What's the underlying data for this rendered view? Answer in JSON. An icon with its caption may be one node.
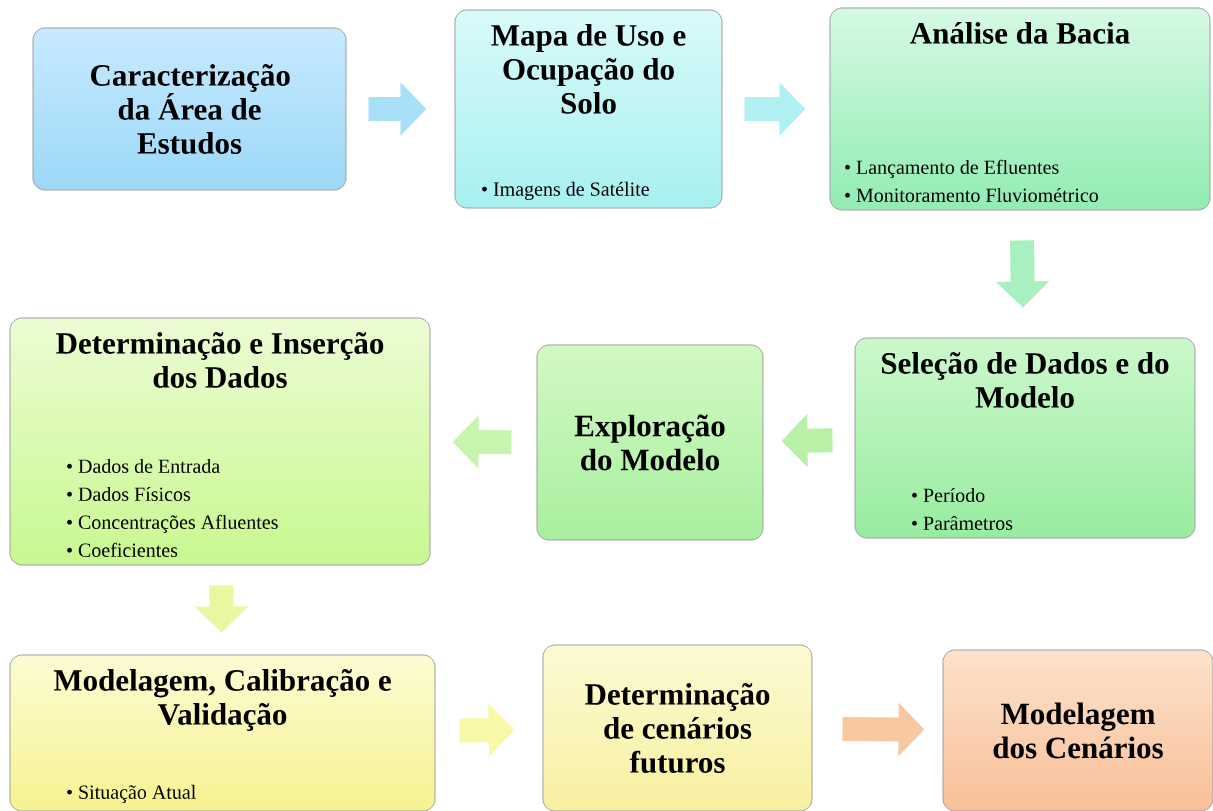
{
  "diagram": {
    "nodes": [
      {
        "text": [
          "Caracterização da Área de Estudos"
        ]
      },
      {
        "text": [
          "Mapa de Uso e Ocupação do Solo",
          "• Imagens de Satélite"
        ]
      },
      {
        "text": [
          "Análise da Bacia",
          "• Lançamento de Efluentes",
          "• Monitoramento Fluviométrico"
        ]
      },
      {
        "text": [
          "Seleção de Dados e do Modelo",
          "• Período",
          "• Parâmetros"
        ]
      },
      {
        "text": [
          "Exploração do Modelo"
        ]
      },
      {
        "text": [
          "Determinação e Inserção dos Dados",
          "• Dados de Entrada",
          "• Dados Físicos",
          "• Concentrações Afluentes",
          "• Coeficientes"
        ]
      },
      {
        "text": [
          "Modelagem, Calibração e Validação",
          "• Situação Atual"
        ]
      },
      {
        "text": [
          "Determinação de cenários futuros"
        ]
      },
      {
        "text": [
          "Modelagem dos Cenários"
        ]
      }
    ],
    "edges": [
      {
        "from": 0,
        "to": 1,
        "arrow": "to"
      },
      {
        "from": 1,
        "to": 2,
        "arrow": "to"
      },
      {
        "from": 2,
        "to": 3,
        "arrow": "to"
      },
      {
        "from": 3,
        "to": 4,
        "arrow": "to"
      },
      {
        "from": 4,
        "to": 5,
        "arrow": "to"
      },
      {
        "from": 5,
        "to": 6,
        "arrow": "to"
      },
      {
        "from": 6,
        "to": 7,
        "arrow": "to"
      },
      {
        "from": 7,
        "to": 8,
        "arrow": "to"
      }
    ]
  }
}
